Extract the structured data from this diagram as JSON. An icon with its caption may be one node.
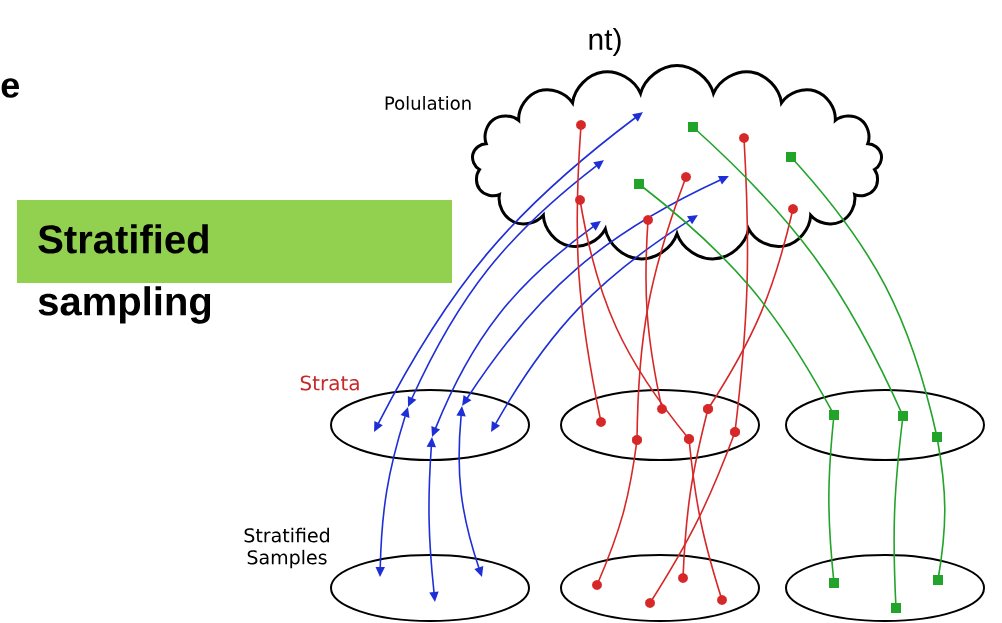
{
  "diagram": {
    "nodes": [
      {
        "text": [
          "Stratified sampling"
        ]
      },
      {
        "text": [
          "Polulation"
        ]
      },
      {
        "text": [],
        "shape": "ellipse"
      },
      {
        "text": [],
        "shape": "ellipse"
      },
      {
        "text": [],
        "shape": "ellipse"
      },
      {
        "text": [],
        "shape": "ellipse"
      },
      {
        "text": [],
        "shape": "ellipse"
      },
      {
        "text": [],
        "shape": "ellipse"
      }
    ],
    "edges": [
      {
        "from": 1,
        "to": 2,
        "arrow": "both",
        "color": "#1f2fd6"
      },
      {
        "from": 1,
        "to": 2,
        "arrow": "both",
        "color": "#1f2fd6"
      },
      {
        "from": 1,
        "to": 2,
        "arrow": "both",
        "color": "#1f2fd6"
      },
      {
        "from": 1,
        "to": 2,
        "arrow": "both",
        "color": "#1f2fd6"
      },
      {
        "from": 1,
        "to": 2,
        "arrow": "both",
        "color": "#1f2fd6"
      },
      {
        "from": 1,
        "to": 3,
        "arrow": "other"
      },
      {
        "from": 1,
        "to": 3,
        "arrow": "other"
      },
      {
        "from": 1,
        "to": 3,
        "arrow": "other"
      },
      {
        "from": 1,
        "to": 3,
        "arrow": "other"
      },
      {
        "from": 1,
        "to": 3,
        "arrow": "other"
      },
      {
        "from": 1,
        "to": 3,
        "arrow": "other"
      },
      {
        "from": 1,
        "to": 4,
        "arrow": "other",
        "color": "#22a32a"
      },
      {
        "from": 1,
        "to": 4,
        "arrow": "other",
        "color": "#22a32a"
      },
      {
        "from": 1,
        "to": 4,
        "arrow": "other",
        "color": "#22a32a"
      },
      {
        "from": 2,
        "to": 5,
        "arrow": "both",
        "color": "#1f2fd6"
      },
      {
        "from": 2,
        "to": 5,
        "arrow": "both",
        "color": "#1f2fd6"
      },
      {
        "from": 2,
        "to": 5,
        "arrow": "both",
        "color": "#1f2fd6"
      },
      {
        "from": 3,
        "to": 6,
        "arrow": "other"
      },
      {
        "from": 3,
        "to": 6,
        "arrow": "other"
      },
      {
        "from": 3,
        "to": 6,
        "arrow": "other"
      },
      {
        "from": 3,
        "to": 6,
        "arrow": "other"
      },
      {
        "from": 4,
        "to": 7,
        "arrow": "other",
        "color": "#22a32a"
      },
      {
        "from": 4,
        "to": 7,
        "arrow": "other",
        "color": "#22a32a"
      },
      {
        "from": 4,
        "to": 7,
        "arrow": "other",
        "color": "#22a32a"
      }
    ],
    "labels": [
      "nt)",
      "e",
      "Strata",
      "Stratified Samples"
    ]
  }
}
